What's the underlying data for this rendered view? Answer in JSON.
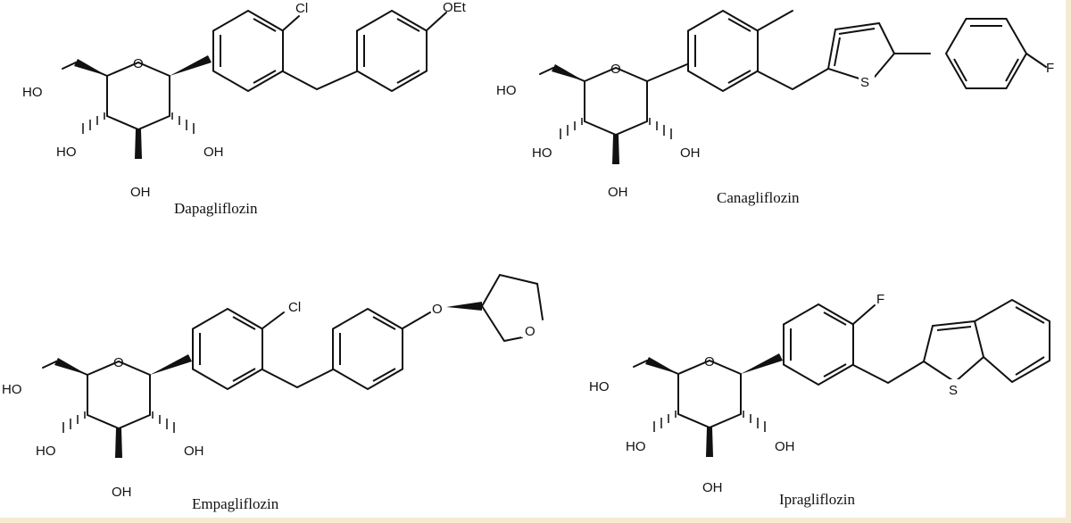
{
  "compounds": [
    {
      "name": "Dapagliflozin",
      "substituents": {
        "chloro": "Cl",
        "ethoxy": "OEt"
      },
      "glucose": {
        "hydroxymethyl": "HO",
        "oh_left": "HO",
        "oh_right": "OH",
        "oh_bottom": "OH"
      }
    },
    {
      "name": "Canagliflozin",
      "substituents": {
        "sulfur": "S",
        "fluoro": "F"
      },
      "glucose": {
        "hydroxymethyl": "HO",
        "oh_left": "HO",
        "oh_right": "OH",
        "oh_bottom": "OH"
      }
    },
    {
      "name": "Empagliflozin",
      "substituents": {
        "chloro": "Cl",
        "ether_oxygen": "O",
        "ring_oxygen": "O"
      },
      "glucose": {
        "hydroxymethyl": "HO",
        "oh_left": "HO",
        "oh_right": "OH",
        "oh_bottom": "OH"
      }
    },
    {
      "name": "Ipragliflozin",
      "substituents": {
        "fluoro": "F",
        "sulfur": "S"
      },
      "glucose": {
        "hydroxymethyl": "HO",
        "oh_left": "HO",
        "oh_right": "OH",
        "oh_bottom": "OH"
      }
    }
  ],
  "colors": {
    "ink": "#111111",
    "background": "#ffffff",
    "frame": "#f6ead3"
  }
}
